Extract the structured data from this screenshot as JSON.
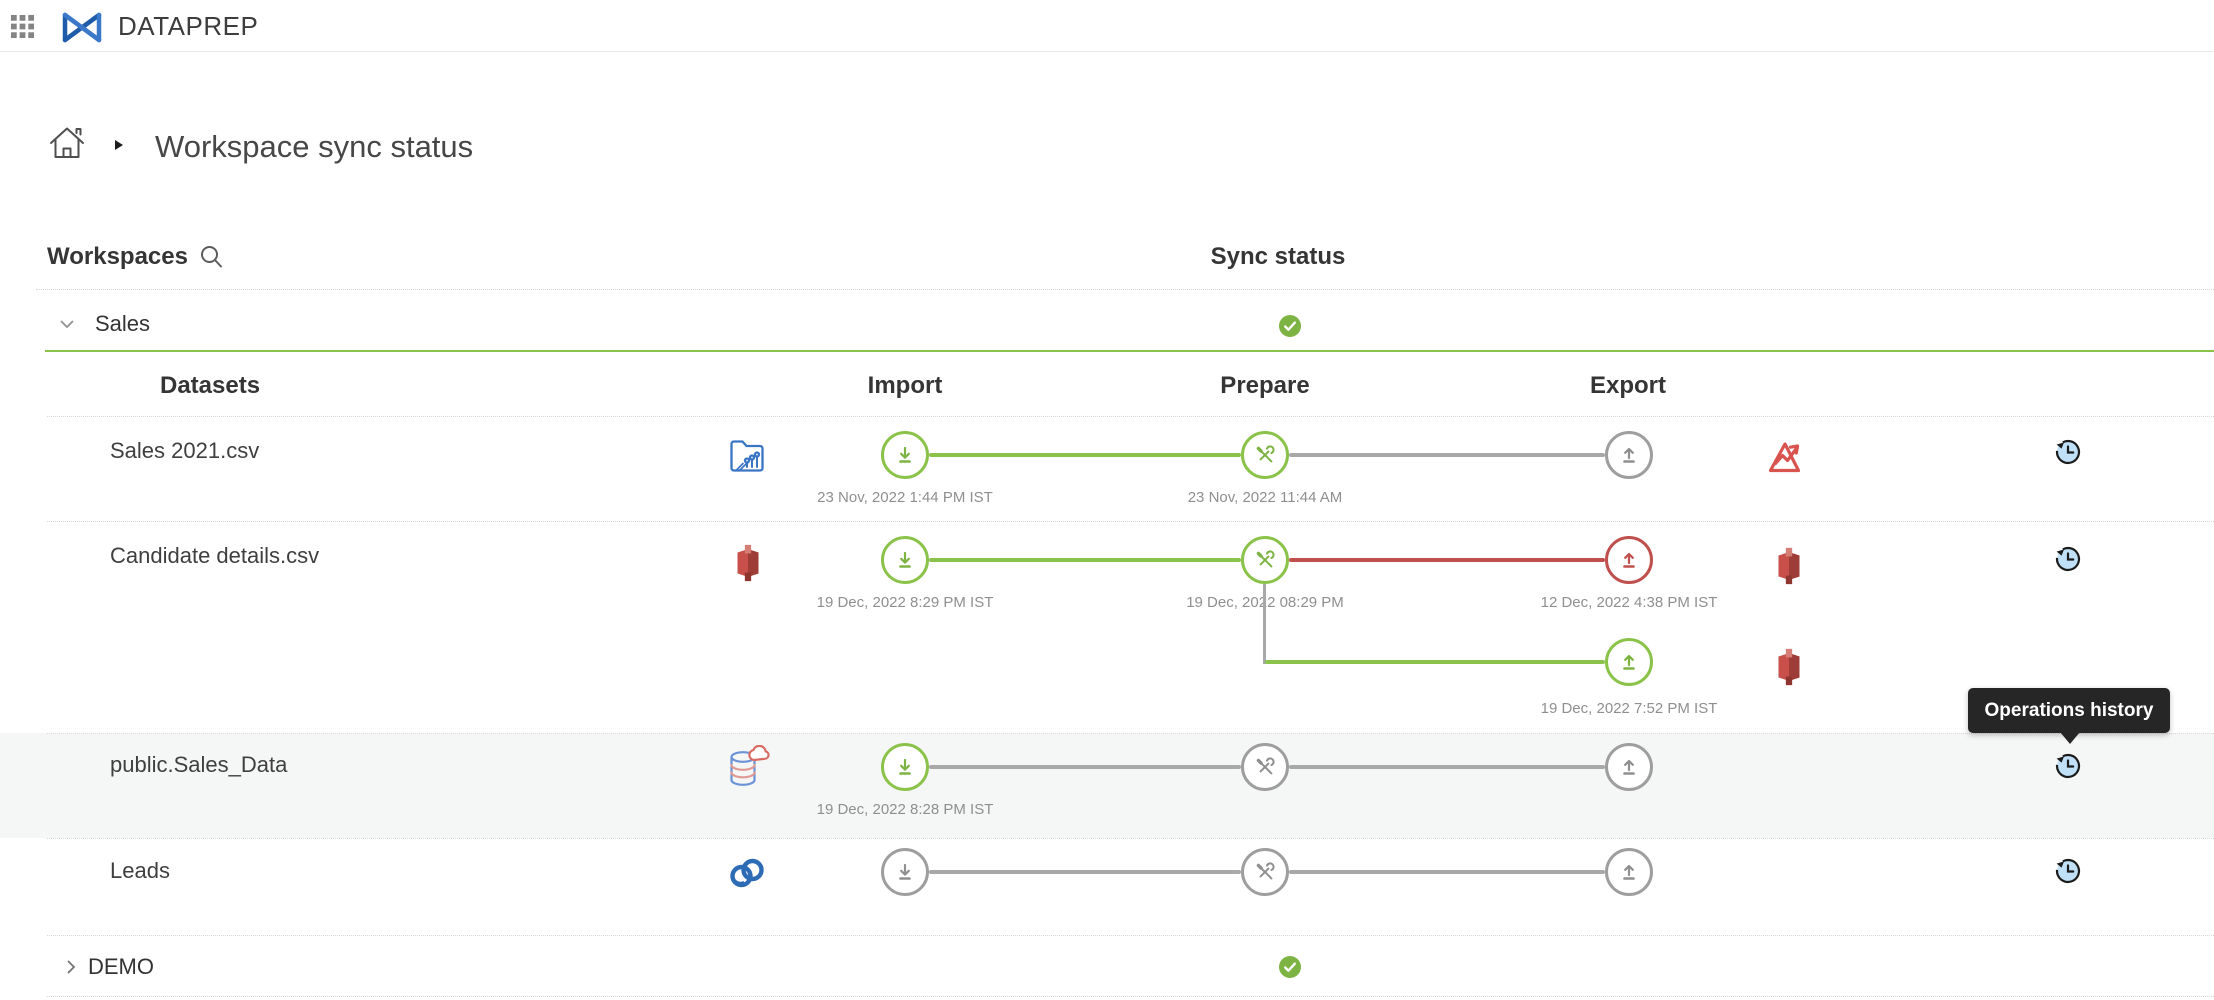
{
  "topbar": {
    "brand": "DATAPREP"
  },
  "breadcrumb": {
    "title": "Workspace sync status"
  },
  "headers": {
    "workspaces": "Workspaces",
    "sync_status": "Sync status"
  },
  "workspaces": {
    "sales": {
      "name": "Sales",
      "status": "synced",
      "expanded": true
    },
    "demo": {
      "name": "DEMO",
      "status": "synced",
      "expanded": false
    }
  },
  "columns": {
    "datasets": "Datasets",
    "import": "Import",
    "prepare": "Prepare",
    "export": "Export"
  },
  "rows": [
    {
      "name": "Sales 2021.csv",
      "source_icon": "file-chart",
      "import_status": "success",
      "import_time": "23 Nov, 2022 1:44 PM IST",
      "prepare_status": "success",
      "prepare_time": "23 Nov, 2022 11:44 AM",
      "export_status": "pending",
      "destination_icon": "analytics"
    },
    {
      "name": "Candidate details.csv",
      "source_icon": "redshift",
      "import_status": "success",
      "import_time": "19 Dec, 2022 8:29 PM IST",
      "prepare_status": "success",
      "prepare_time": "19 Dec, 2022 08:29 PM",
      "export_status": "failed",
      "export_time": "12 Dec, 2022 4:38 PM IST",
      "destination_icon": "redshift",
      "export2_status": "success",
      "export2_time": "19 Dec, 2022 7:52 PM IST",
      "destination2_icon": "redshift"
    },
    {
      "name": "public.Sales_Data",
      "source_icon": "cloud-database",
      "import_status": "success",
      "import_time": "19 Dec, 2022 8:28 PM IST",
      "prepare_status": "pending",
      "export_status": "pending"
    },
    {
      "name": "Leads",
      "source_icon": "crm-links",
      "import_status": "pending",
      "prepare_status": "pending",
      "export_status": "pending"
    }
  ],
  "tooltip": {
    "label": "Operations history"
  },
  "colors": {
    "green_stroke": "#8bc34a",
    "green_fill": "#7cb342",
    "red": "#c0504d",
    "analytics_red": "#d9534f",
    "gray": "#9e9e9e",
    "history_fill": "#bfe0f7",
    "brand_blue": "#2d6cb5",
    "source_blue": "#3a74c5"
  }
}
